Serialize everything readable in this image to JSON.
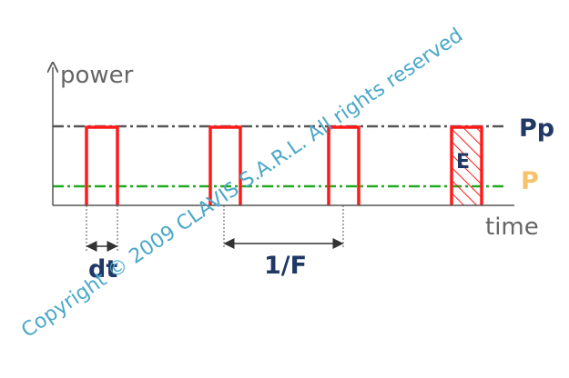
{
  "labels": {
    "power": "power",
    "time": "time",
    "pp": "Pp",
    "p": "P",
    "energy": "E",
    "pulse_width": "dt",
    "period": "1/F"
  },
  "watermark": "Copyright © 2009 CLAVIS S.A.R.L. All rights reserved",
  "colors": {
    "pulse": "#ff1a1a",
    "peak_line": "#555555",
    "average_line": "#22aa22",
    "label_dark": "#1f3864",
    "label_average": "#f5c36b",
    "watermark": "#4aa8c8",
    "axis": "#555555"
  },
  "pulses": [
    {
      "name": "pulse-1",
      "hatched": false
    },
    {
      "name": "pulse-2",
      "hatched": false
    },
    {
      "name": "pulse-3",
      "hatched": false
    },
    {
      "name": "pulse-4",
      "hatched": true
    }
  ]
}
